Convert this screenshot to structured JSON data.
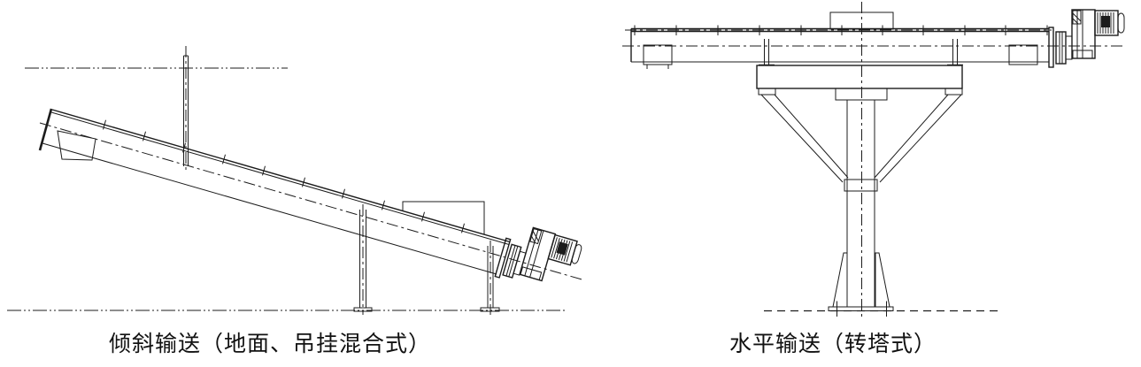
{
  "page": {
    "background": "#ffffff",
    "line_color": "#1c1c1c",
    "kind": "technical-drawing"
  },
  "figures": [
    {
      "id": "inclined-conveyor",
      "caption": "倾斜输送（地面、吊挂混合式）",
      "description": "inclined screw conveyor, ground + suspended hybrid mounting"
    },
    {
      "id": "horizontal-conveyor",
      "caption": "水平输送（转塔式）",
      "description": "horizontal screw conveyor on turret pedestal"
    }
  ]
}
